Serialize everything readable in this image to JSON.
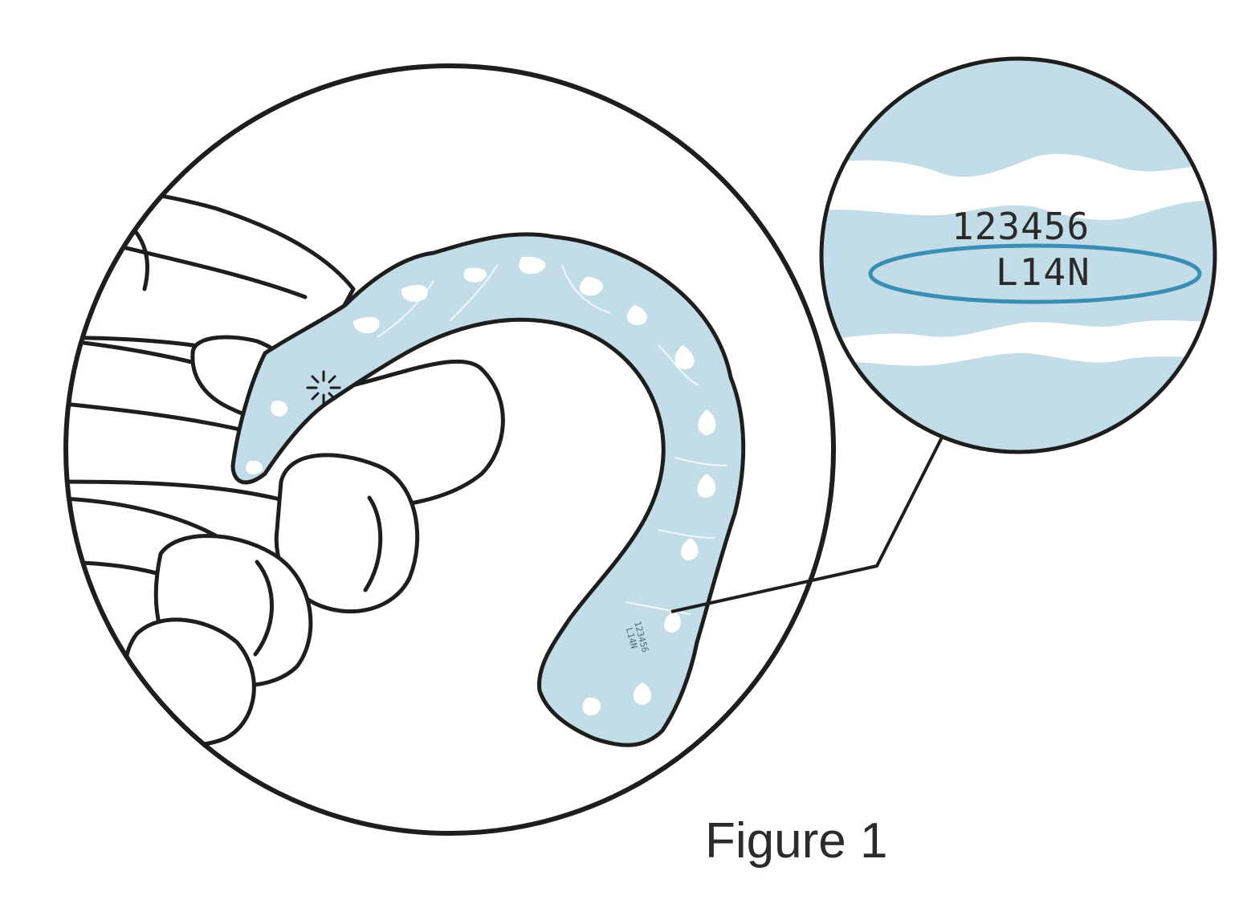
{
  "figure": {
    "caption": "Figure 1",
    "magnified_serial": "123456",
    "magnified_code": "L14N",
    "tray_serial": "123456",
    "tray_code": "L14N"
  },
  "colors": {
    "outline": "#1e1e1e",
    "aligner_fill": "#c2dde8",
    "highlight_white": "#ffffff",
    "ellipse_stroke": "#3a8db3",
    "caption_text": "#2b2b2b"
  }
}
